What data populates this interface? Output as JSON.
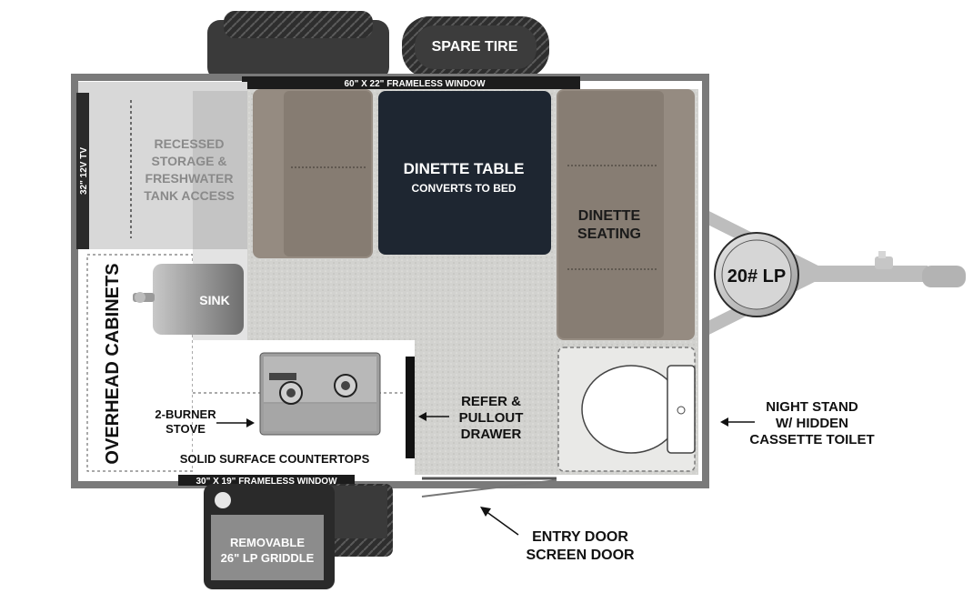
{
  "labels": {
    "spare_tire": "SPARE TIRE",
    "top_window": "60\" X 22\" FRAMELESS WINDOW",
    "bottom_window": "30\" X 19\" FRAMELESS WINDOW",
    "tv": "32\" 12V TV",
    "storage_1": "RECESSED",
    "storage_2": "STORAGE &",
    "storage_3": "FRESHWATER",
    "storage_4": "TANK ACCESS",
    "dinette_table_1": "DINETTE TABLE",
    "dinette_table_2": "CONVERTS TO BED",
    "dinette_seating_1": "DINETTE",
    "dinette_seating_2": "SEATING",
    "lp_tank": "20# LP",
    "overhead_cabinets": "OVERHEAD CABINETS",
    "sink": "SINK",
    "stove_1": "2-BURNER",
    "stove_2": "STOVE",
    "countertops": "SOLID SURFACE COUNTERTOPS",
    "refer_1": "REFER &",
    "refer_2": "PULLOUT",
    "refer_3": "DRAWER",
    "night_stand_1": "NIGHT STAND",
    "night_stand_2": "W/ HIDDEN",
    "night_stand_3": "CASSETTE TOILET",
    "entry_1": "ENTRY DOOR",
    "entry_2": "SCREEN DOOR",
    "griddle_1": "REMOVABLE",
    "griddle_2": "26\" LP GRIDDLE"
  },
  "colors": {
    "floor": "#cfcfcc",
    "cushion": "#8f857b",
    "table": "#1e2631",
    "wall": "#777777",
    "dark": "#2b2b2b"
  }
}
